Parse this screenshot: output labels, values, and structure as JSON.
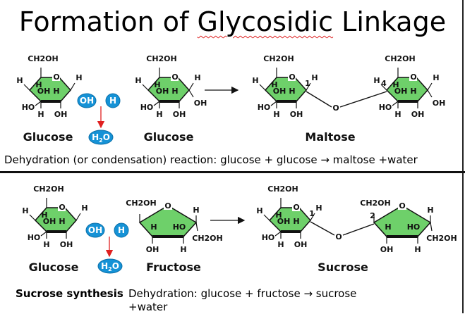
{
  "title": {
    "prefix": "Formation of ",
    "keyword": "Glycosidic",
    "suffix": " Linkage"
  },
  "colors": {
    "bubble": "#1592d6",
    "arrow_red": "#e02020",
    "ring_fill": "#6ed06a",
    "squiggle": "#d22"
  },
  "top": {
    "labels": {
      "glucose1": "Glucose",
      "glucose2": "Glucose",
      "product": "Maltose"
    },
    "bubbles": {
      "oh": "OH",
      "h": "H",
      "water": "H2O"
    },
    "caption": "Dehydration (or condensation) reaction: glucose + glucose → maltose +water"
  },
  "bottom": {
    "labels": {
      "glucose": "Glucose",
      "fructose": "Fructose",
      "product": "Sucrose"
    },
    "bubbles": {
      "oh": "OH",
      "h": "H",
      "water": "H2O"
    },
    "caption_title": "Sucrose synthesis",
    "caption_line1": "Dehydration: glucose + fructose → sucrose",
    "caption_line2": "+water"
  },
  "atoms": {
    "ch2oh": "CH2OH",
    "oh": "OH",
    "h": "H",
    "ho": "HO",
    "o": "O",
    "carbon_labels": {
      "c1": "1",
      "c4": "4",
      "c2": "2"
    }
  }
}
